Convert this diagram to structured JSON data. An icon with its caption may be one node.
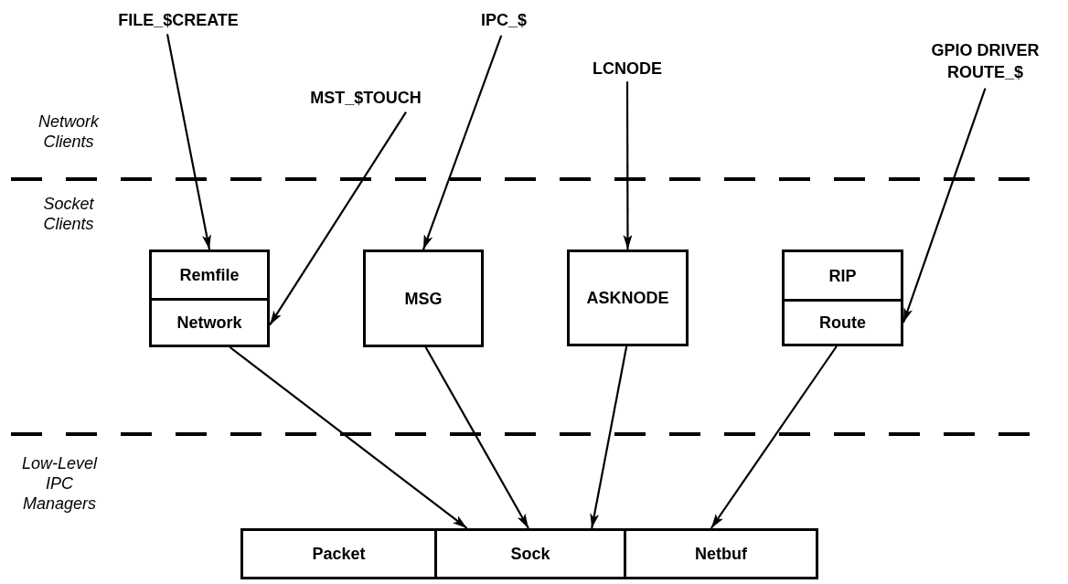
{
  "diagram": {
    "nodes": [
      {
        "text": [
          "FILE_$CREATE"
        ]
      },
      {
        "text": [
          "IPC_$"
        ]
      },
      {
        "text": [
          "MST_$TOUCH"
        ]
      },
      {
        "text": [
          "LCNODE"
        ]
      },
      {
        "text": [
          "GPIO DRIVER ROUTE_$"
        ]
      },
      {
        "text": [
          "Remfile"
        ]
      },
      {
        "text": [
          "Network"
        ]
      },
      {
        "text": [
          "MSG"
        ]
      },
      {
        "text": [
          "ASKNODE"
        ]
      },
      {
        "text": [
          "RIP"
        ]
      },
      {
        "text": [
          "Route"
        ]
      },
      {
        "text": [
          "Packet"
        ]
      },
      {
        "text": [
          "Sock"
        ]
      },
      {
        "text": [
          "Netbuf"
        ]
      }
    ],
    "edges": [
      {
        "from": 0,
        "to": 5,
        "arrow": "to"
      },
      {
        "from": 2,
        "to": 6,
        "arrow": "to"
      },
      {
        "from": 1,
        "to": 7,
        "arrow": "to"
      },
      {
        "from": 3,
        "to": 8,
        "arrow": "to"
      },
      {
        "from": 4,
        "to": 10,
        "arrow": "to"
      },
      {
        "from": 6,
        "to": 12,
        "arrow": "to"
      },
      {
        "from": 7,
        "to": 12,
        "arrow": "to"
      },
      {
        "from": 8,
        "to": 12,
        "arrow": "to"
      },
      {
        "from": 10,
        "to": 13,
        "arrow": "to"
      }
    ],
    "labels": [
      "Network Clients",
      "Socket Clients",
      "Low-Level IPC Managers"
    ]
  }
}
